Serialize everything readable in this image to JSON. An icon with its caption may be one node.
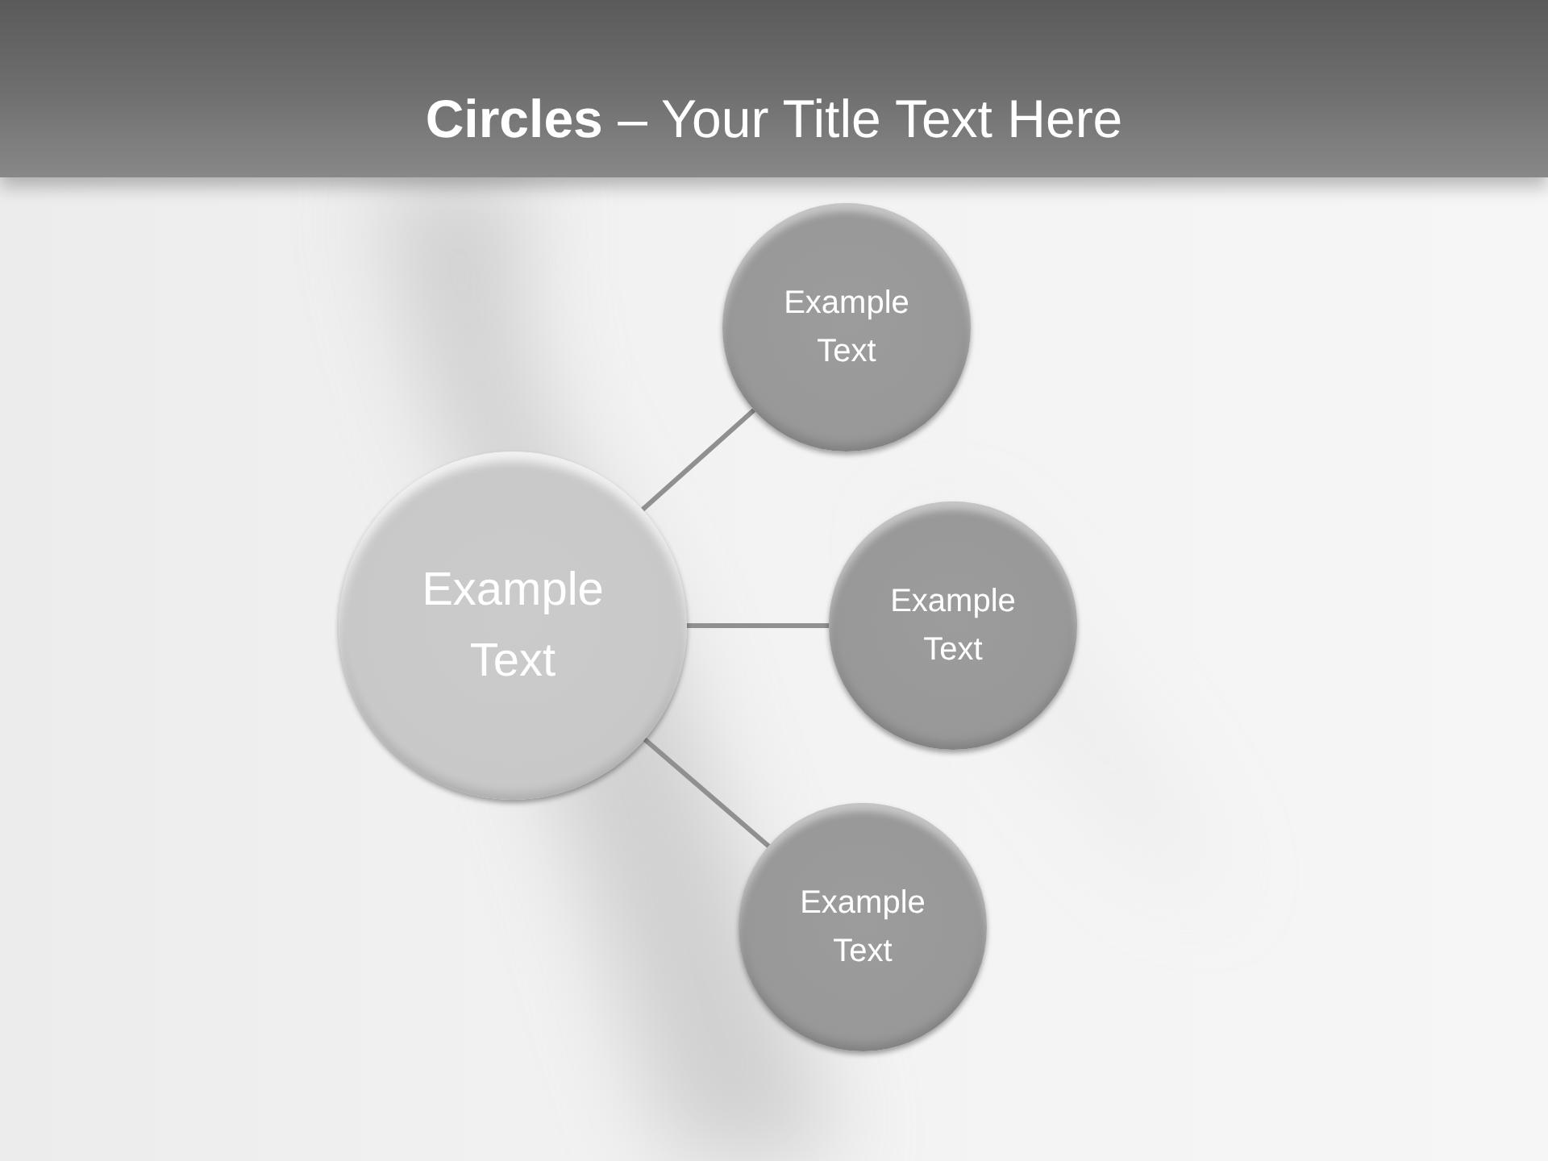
{
  "diagram": {
    "title": "**Circles** – Your Title Text Here",
    "nodes": [
      {
        "text": [
          "Example Text"
        ]
      },
      {
        "text": [
          "Example Text"
        ]
      },
      {
        "text": [
          "Example Text"
        ]
      },
      {
        "text": [
          "Example Text"
        ]
      }
    ],
    "edges": [
      {
        "from": 0,
        "to": 1,
        "arrow": "none"
      },
      {
        "from": 0,
        "to": 2,
        "arrow": "none"
      },
      {
        "from": 0,
        "to": 3,
        "arrow": "none"
      }
    ]
  }
}
